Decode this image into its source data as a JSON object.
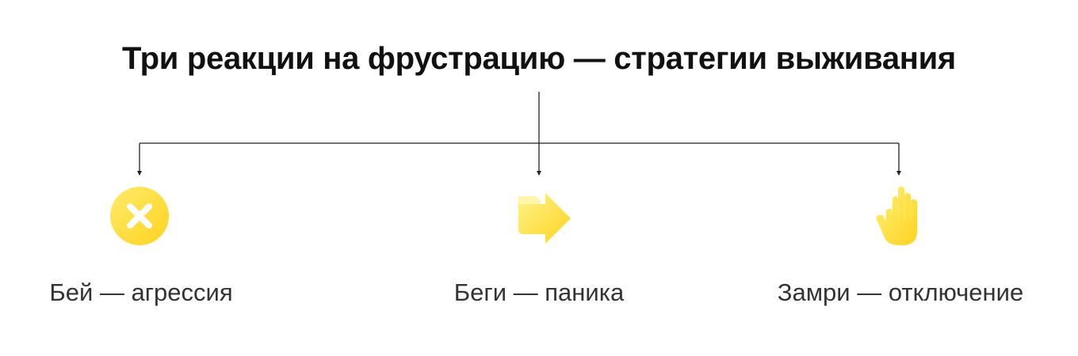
{
  "title": "Три реакции на фрустрацию — стратегии выживания",
  "colors": {
    "accent": "#FFD93B",
    "accent_light": "#FFF07A",
    "line": "#222222",
    "text": "#333333"
  },
  "branches": [
    {
      "label": "Бей — агрессия",
      "icon": "x-circle-icon"
    },
    {
      "label": "Беги — паника",
      "icon": "arrow-right-icon"
    },
    {
      "label": "Замри — отключение",
      "icon": "raised-hand-icon"
    }
  ]
}
